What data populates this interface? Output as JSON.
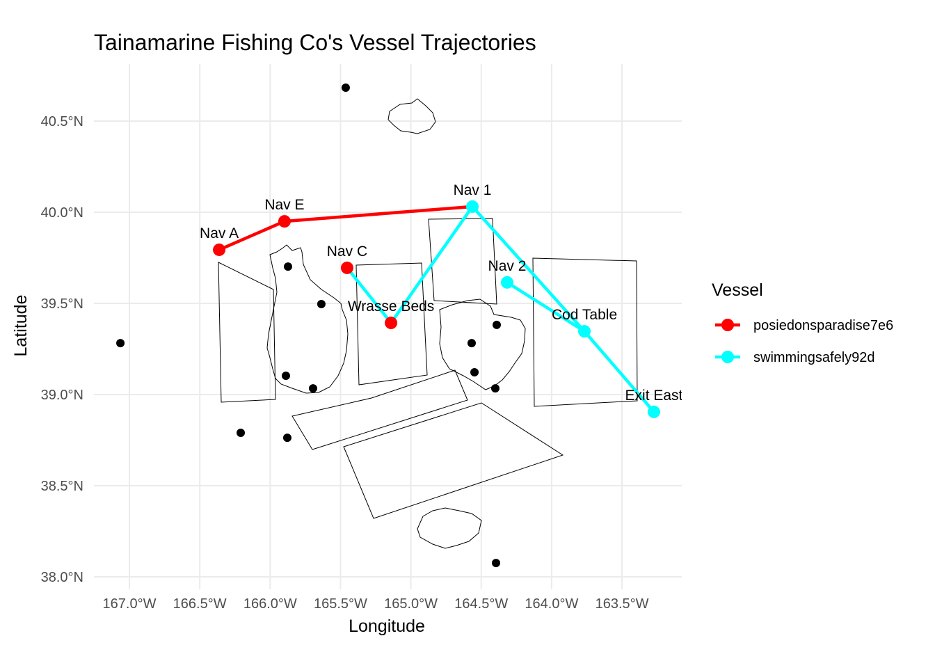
{
  "chart_data": {
    "type": "scatter",
    "subtype": "map-trajectories",
    "title": "Tainamarine Fishing Co's Vessel Trajectories",
    "xlabel": "Longitude",
    "ylabel": "Latitude",
    "xlim": [
      -167.25,
      -163.06
    ],
    "ylim": [
      37.94,
      40.81
    ],
    "x_ticks": [
      -167.0,
      -166.5,
      -166.0,
      -165.5,
      -165.0,
      -164.5,
      -164.0,
      -163.5
    ],
    "x_tick_labels": [
      "167.0°W",
      "166.5°W",
      "166.0°W",
      "165.5°W",
      "165.0°W",
      "164.5°W",
      "164.0°W",
      "163.5°W"
    ],
    "y_ticks": [
      38.0,
      38.5,
      39.0,
      39.5,
      40.0,
      40.5
    ],
    "y_tick_labels": [
      "38.0°N",
      "38.5°N",
      "39.0°N",
      "39.5°N",
      "40.0°N",
      "40.5°N"
    ],
    "grid": true,
    "legend": {
      "title": "Vessel",
      "position": "right"
    },
    "waypoints": [
      {
        "name": "Nav A",
        "lon": -166.362,
        "lat": 39.794,
        "marker_color": "#ff0000"
      },
      {
        "name": "Nav E",
        "lon": -165.898,
        "lat": 39.95,
        "marker_color": "#ff0000"
      },
      {
        "name": "Nav 1",
        "lon": -164.563,
        "lat": 40.031,
        "marker_color": "#00ffff"
      },
      {
        "name": "Nav C",
        "lon": -165.453,
        "lat": 39.695,
        "marker_color": "#ff0000"
      },
      {
        "name": "Wrasse Beds",
        "lon": -165.141,
        "lat": 39.393,
        "marker_color": "#ff0000"
      },
      {
        "name": "Nav 2",
        "lon": -164.316,
        "lat": 39.615,
        "marker_color": "#00ffff"
      },
      {
        "name": "Cod Table",
        "lon": -163.767,
        "lat": 39.347,
        "marker_color": "#00ffff"
      },
      {
        "name": "Exit East",
        "lon": -163.273,
        "lat": 38.905,
        "marker_color": "#00ffff"
      }
    ],
    "series": [
      {
        "name": "posiedonsparadise7e6",
        "color": "#ff0000",
        "paths": [
          [
            "Nav A",
            "Nav E",
            "Nav 1"
          ]
        ]
      },
      {
        "name": "swimmingsafely92d",
        "color": "#00ffff",
        "paths": [
          [
            "Nav C",
            "Wrasse Beds",
            "Nav 1",
            "Cod Table",
            "Exit East"
          ],
          [
            "Nav 2",
            "Cod Table"
          ]
        ]
      }
    ],
    "locations": [
      {
        "lon": -165.463,
        "lat": 40.683
      },
      {
        "lon": -167.064,
        "lat": 39.282
      },
      {
        "lon": -165.873,
        "lat": 39.702
      },
      {
        "lon": -165.636,
        "lat": 39.496
      },
      {
        "lon": -165.888,
        "lat": 39.103
      },
      {
        "lon": -165.695,
        "lat": 39.034
      },
      {
        "lon": -166.209,
        "lat": 38.79
      },
      {
        "lon": -165.878,
        "lat": 38.763
      },
      {
        "lon": -164.568,
        "lat": 39.282
      },
      {
        "lon": -164.39,
        "lat": 39.382
      },
      {
        "lon": -164.548,
        "lat": 39.122
      },
      {
        "lon": -164.4,
        "lat": 39.034
      },
      {
        "lon": -164.395,
        "lat": 38.076
      }
    ]
  }
}
